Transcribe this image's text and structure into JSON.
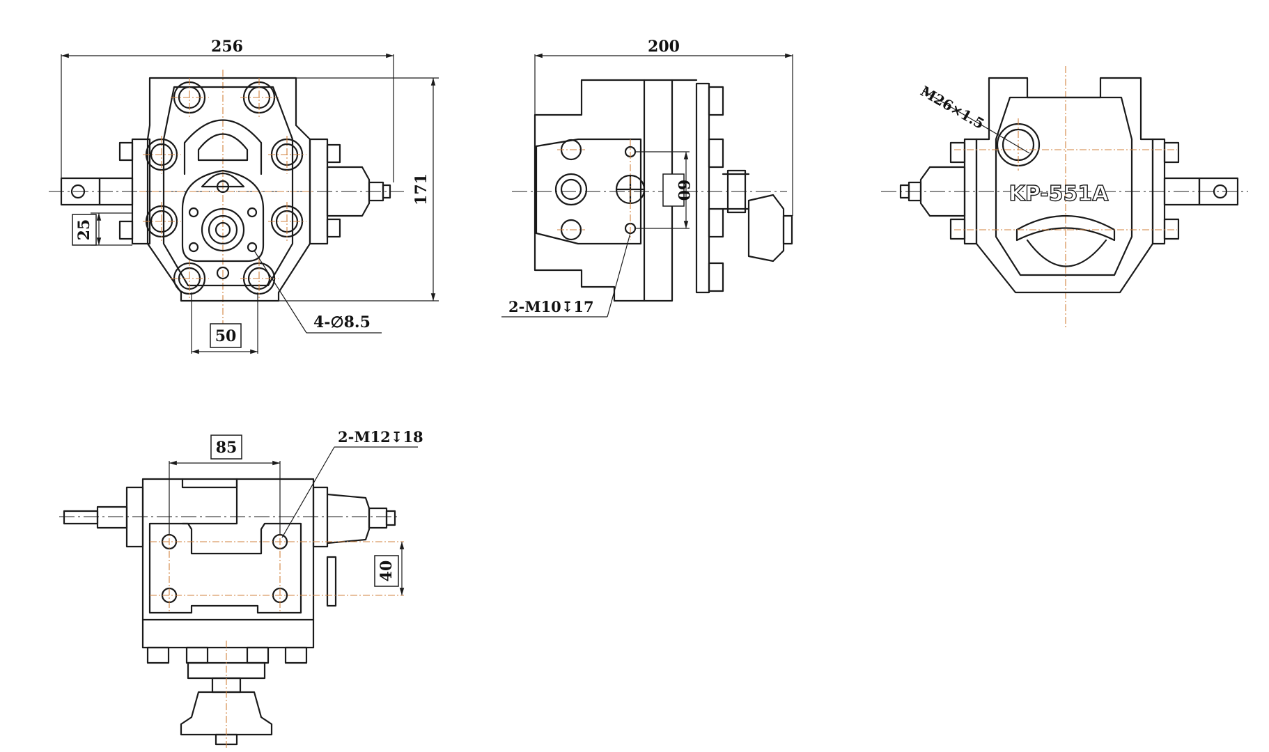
{
  "view_front": {
    "dim_width": "256",
    "dim_height": "171",
    "dim_offset": "25",
    "dim_spacing": "50",
    "hole_note": "4-∅8.5"
  },
  "view_side": {
    "dim_width": "200",
    "dim_spacing": "60",
    "thread_note": "2-M10↧17"
  },
  "view_back": {
    "port_note": "M26×1.5",
    "model_mark": "KP-551A"
  },
  "view_bottom": {
    "dim_spacing_x": "85",
    "dim_spacing_y": "40",
    "thread_note": "2-M12↧18"
  },
  "colors": {
    "line": "#1a1a1a",
    "centerline_accent": "#d2823c",
    "background": "#ffffff"
  }
}
